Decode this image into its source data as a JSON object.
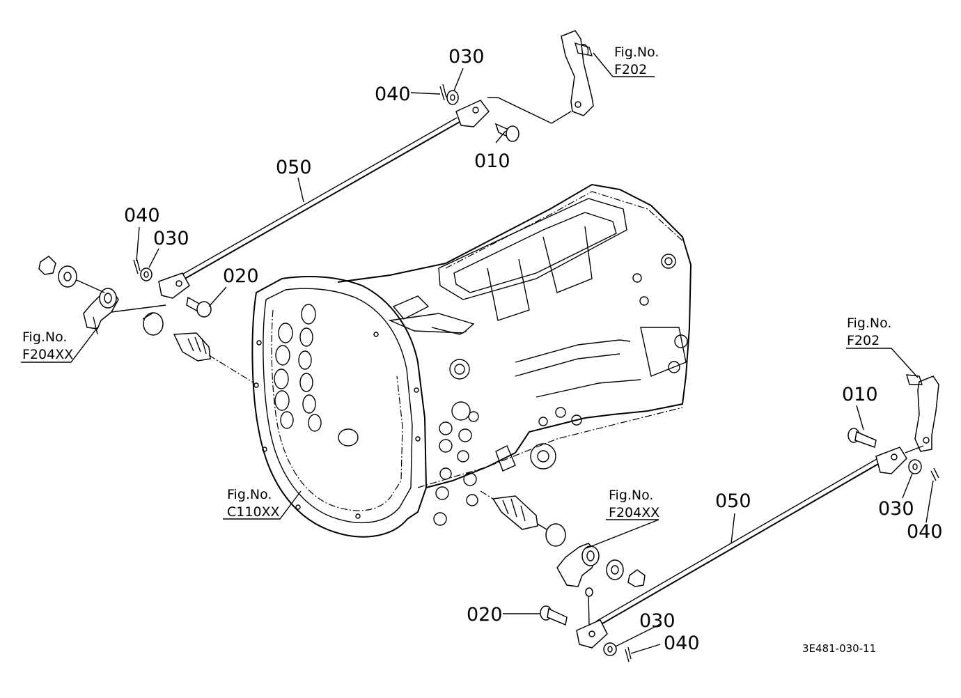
{
  "labels": {
    "p010_top": "010",
    "p010_right": "010",
    "p020_left": "020",
    "p020_bottom": "020",
    "p030_top": "030",
    "p030_left": "030",
    "p030_right": "030",
    "p030_bottom": "030",
    "p040_top": "040",
    "p040_left": "040",
    "p040_right": "040",
    "p040_bottom": "040",
    "p050_left": "050",
    "p050_right": "050"
  },
  "figrefs": {
    "f202_top": {
      "line1": "Fig.No.",
      "line2": "F202"
    },
    "f202_right": {
      "line1": "Fig.No.",
      "line2": "F202"
    },
    "f204_left": {
      "line1": "Fig.No.",
      "line2": "F204XX"
    },
    "f204_bottom": {
      "line1": "Fig.No.",
      "line2": "F204XX"
    },
    "c110": {
      "line1": "Fig.No.",
      "line2": "C110XX"
    }
  },
  "drawing_code": "3E481-030-11"
}
